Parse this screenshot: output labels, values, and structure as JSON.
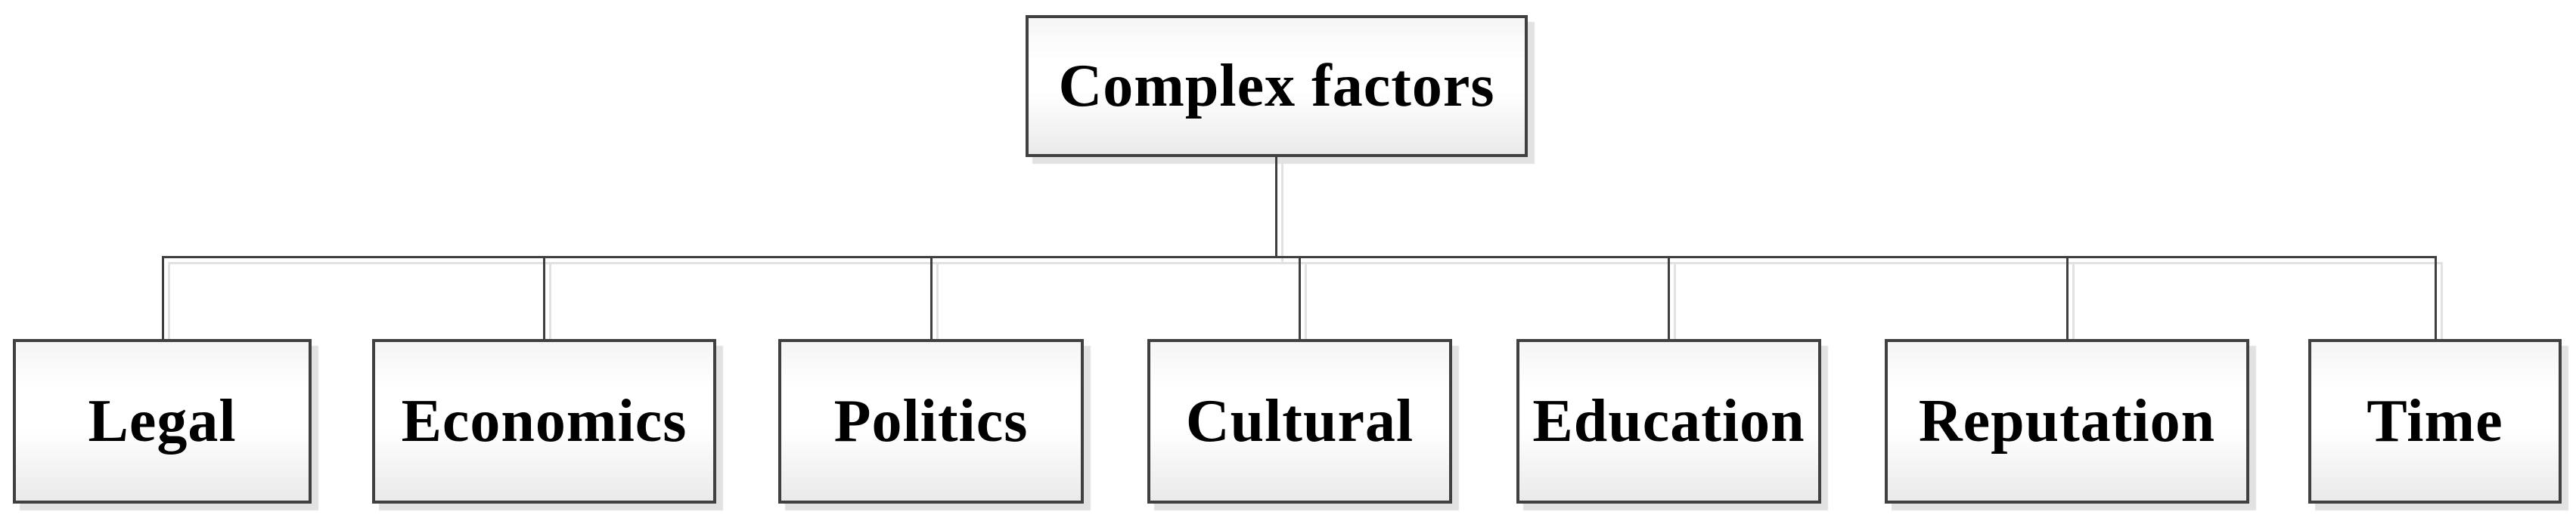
{
  "diagram": {
    "type": "hierarchy",
    "root": {
      "label": "Complex factors"
    },
    "children": [
      {
        "label": "Legal"
      },
      {
        "label": "Economics"
      },
      {
        "label": "Politics"
      },
      {
        "label": "Cultural"
      },
      {
        "label": "Education"
      },
      {
        "label": "Reputation"
      },
      {
        "label": "Time"
      }
    ],
    "style": {
      "box_border": "#404040",
      "box_fill_top": "#f5f5f5",
      "box_fill_mid": "#ffffff",
      "box_fill_bottom": "#eaeaea",
      "box_shadow": "#e2e2e2",
      "connector": "#3f3f3f",
      "text_color": "#000000",
      "page_bg": "#ffffff"
    }
  }
}
